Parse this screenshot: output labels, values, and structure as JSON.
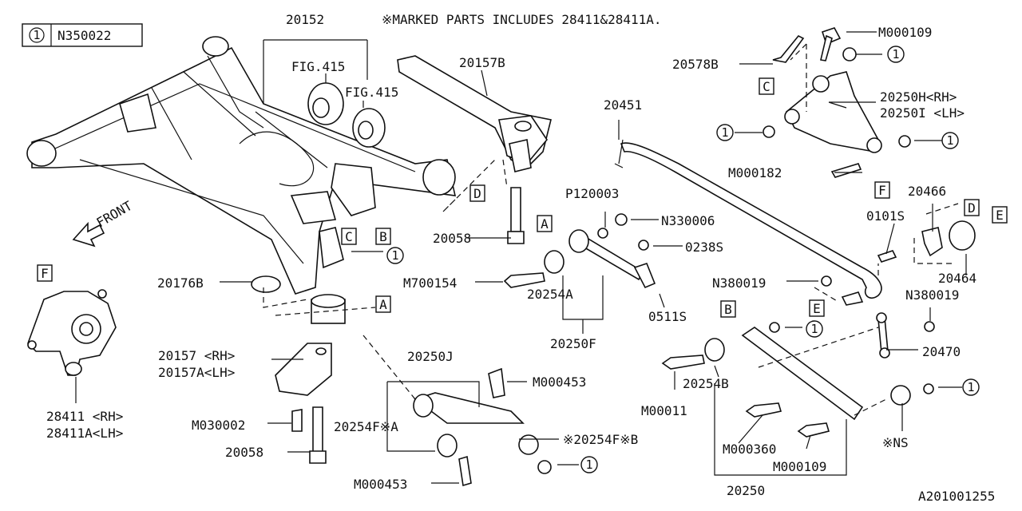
{
  "legend": {
    "index": "1",
    "part": "N350022"
  },
  "note": "※MARKED PARTS INCLUDES 28411&28411A.",
  "front_label": "FRONT",
  "diagram_id": "A201001255",
  "circle_ref": "1",
  "callouts": {
    "A": "A",
    "B": "B",
    "C": "C",
    "D": "D",
    "E": "E",
    "F": "F"
  },
  "parts": {
    "p20152": "20152",
    "fig415_a": "FIG.415",
    "fig415_b": "FIG.415",
    "p20157B": "20157B",
    "p20451": "20451",
    "p20578B": "20578B",
    "m000109_top": "M000109",
    "p20250H": "20250H<RH>",
    "p20250I": "20250I <LH>",
    "m000182": "M000182",
    "p20466": "20466",
    "p0101S": "0101S",
    "p20464": "20464",
    "p120003": "P120003",
    "n330006": "N330006",
    "p0238S": "0238S",
    "p20058_mid": "20058",
    "m700154": "M700154",
    "p20254A": "20254A",
    "p20250F": "20250F",
    "p0511S": "0511S",
    "n380019_a": "N380019",
    "n380019_b": "N380019",
    "p20470": "20470",
    "p20176B": "20176B",
    "p20157": "20157 <RH>",
    "p20157A": "20157A<LH>",
    "m030002": "M030002",
    "p20058_low": "20058",
    "p20250J": "20250J",
    "m000453_a": "M000453",
    "p20254FA": "20254F※A",
    "p20254FB": "※20254F※B",
    "m000453_b": "M000453",
    "m00011": "M00011",
    "p20254B": "20254B",
    "m000360": "M000360",
    "m000109_low": "M000109",
    "p20250": "20250",
    "ns": "※NS",
    "p28411": "28411 <RH>",
    "p28411A": "28411A<LH>"
  }
}
